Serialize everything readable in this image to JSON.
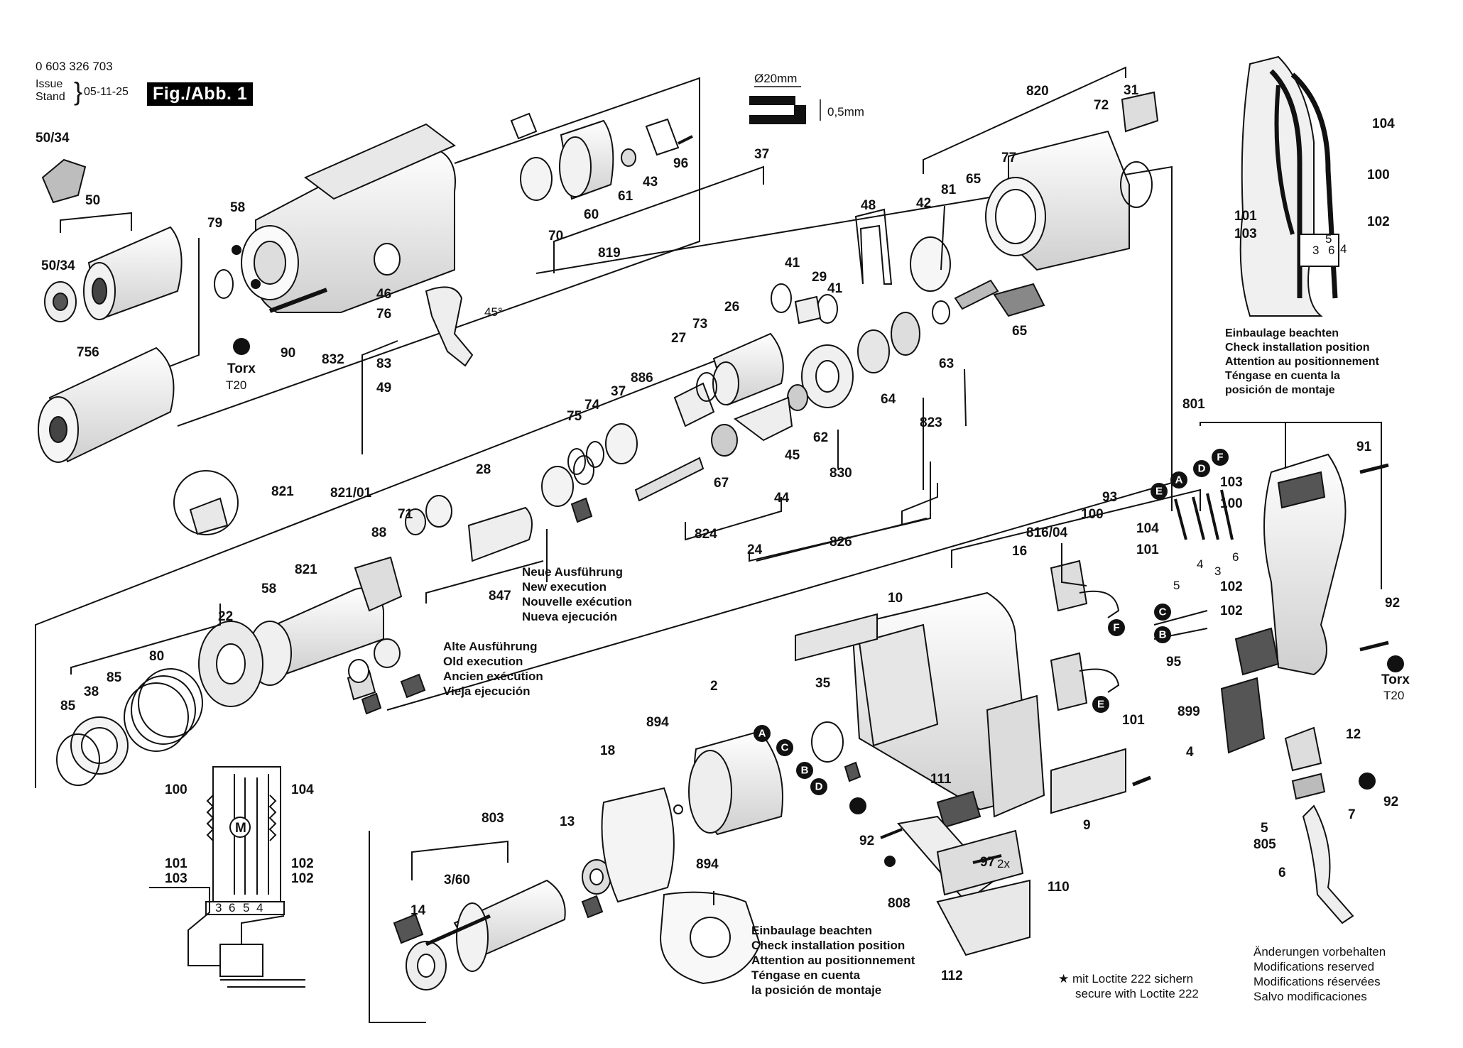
{
  "header": {
    "part_number": "0 603 326 703",
    "issue_label": "Issue",
    "stand_label": "Stand",
    "date": "05-11-25",
    "figure_label": "Fig./Abb. 1"
  },
  "dimension": {
    "diameter": "Ø20mm",
    "thickness": "0,5mm",
    "part": "37"
  },
  "torx": {
    "label": "Torx",
    "size": "T20"
  },
  "angle": "45°",
  "notes": {
    "new_execution": [
      "Neue Ausführung",
      "New execution",
      "Nouvelle exécution",
      "Nueva ejecución"
    ],
    "old_execution": [
      "Alte Ausführung",
      "Old execution",
      "Ancien exécution",
      "Vieja ejecución"
    ],
    "install_position_top": [
      "Einbaulage beachten",
      "Check installation position",
      "Attention au positionnement",
      "Téngase en cuenta la",
      "posición de montaje"
    ],
    "install_position_bottom": [
      "Einbaulage beachten",
      "Check installation position",
      "Attention au positionnement",
      "Téngase en cuenta",
      "la posición de montaje"
    ],
    "loctite": [
      "★ mit Loctite 222 sichern",
      "secure with Loctite 222"
    ],
    "modifications": [
      "Änderungen vorbehalten",
      "Modifications reserved",
      "Modifications réservées",
      "Salvo modificaciones"
    ]
  },
  "callouts": {
    "c50_34a": "50/34",
    "c50": "50",
    "c50_34b": "50/34",
    "c756": "756",
    "c79": "79",
    "c58a": "58",
    "c46": "46",
    "c76": "76",
    "c832": "832",
    "c83": "83",
    "c49": "49",
    "c90": "90",
    "c70": "70",
    "c60": "60",
    "c61": "61",
    "c43": "43",
    "c96": "96",
    "c819": "819",
    "c820": "820",
    "c72": "72",
    "c31": "31",
    "c77": "77",
    "c65a": "65",
    "c81": "81",
    "c42": "42",
    "c48": "48",
    "c65b": "65",
    "c41a": "41",
    "c29": "29",
    "c41b": "41",
    "c26": "26",
    "c27": "27",
    "c73": "73",
    "c886": "886",
    "c37b": "37",
    "c74": "74",
    "c75": "75",
    "c63": "63",
    "c64": "64",
    "c62": "62",
    "c830": "830",
    "c823": "823",
    "c45": "45",
    "c44": "44",
    "c67": "67",
    "c824": "824",
    "c24": "24",
    "c826": "826",
    "c28": "28",
    "c821a": "821",
    "c821_01": "821/01",
    "c71": "71",
    "c88": "88",
    "c821b": "821",
    "c58b": "58",
    "c847": "847",
    "c22": "22",
    "c80": "80",
    "c85a": "85",
    "c38": "38",
    "c85b": "85",
    "c104a": "104",
    "c100a": "100",
    "c101a": "101",
    "c103a": "103",
    "c102a": "102",
    "c100b": "100",
    "c104b": "104",
    "c101b": "101",
    "c103b": "103",
    "c102b": "102",
    "c102c": "102",
    "c801": "801",
    "c91": "91",
    "c103c": "103",
    "c100c": "100",
    "c104c": "104",
    "c101c": "101",
    "c93": "93",
    "c816_04": "816/04",
    "c16": "16",
    "c100d": "100",
    "c101d": "101",
    "c102d": "102",
    "c102e": "102",
    "c95": "95",
    "c899": "899",
    "c4": "4",
    "c92a": "92",
    "c12": "12",
    "c92b": "92",
    "c7": "7",
    "c5": "5",
    "c805": "805",
    "c6": "6",
    "c10": "10",
    "c35": "35",
    "c111": "111",
    "c9": "9",
    "c92c": "92",
    "c97": "97",
    "c97_mult": "2x",
    "c110": "110",
    "c808": "808",
    "c112": "112",
    "c2": "2",
    "c894a": "894",
    "c894b": "894",
    "c18": "18",
    "c803": "803",
    "c13": "13",
    "c3_60": "3/60",
    "c14": "14"
  },
  "wire_labels": {
    "w4": "4",
    "w3": "3",
    "w6": "6",
    "w5": "5",
    "s3": "3",
    "s5": "5",
    "s6": "6",
    "s4": "4",
    "t3": "3",
    "t6": "6",
    "t5": "5",
    "t4": "4",
    "motor": "M"
  },
  "connector_letters": [
    "A",
    "C",
    "B",
    "D",
    "E",
    "A",
    "D",
    "F",
    "F",
    "C",
    "B",
    "E"
  ]
}
